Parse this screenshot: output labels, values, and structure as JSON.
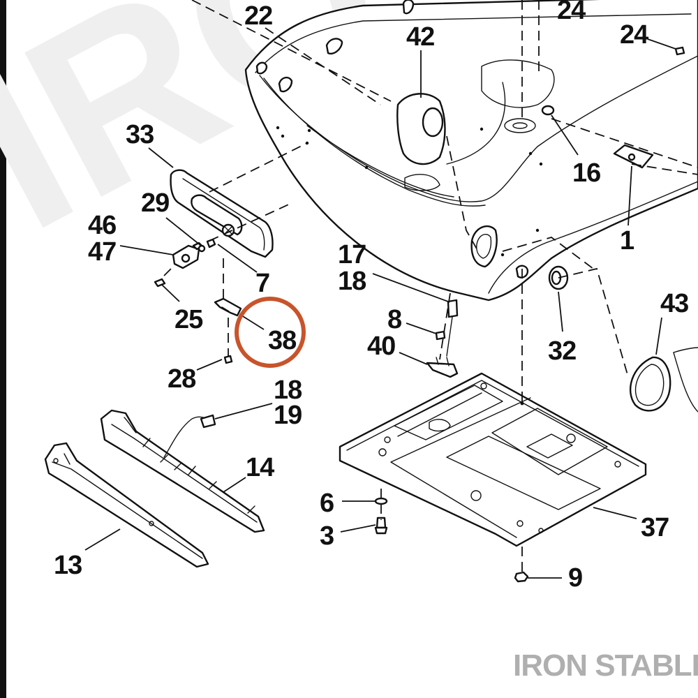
{
  "diagram": {
    "labels": [
      {
        "id": "p22",
        "text": "22"
      },
      {
        "id": "p24a",
        "text": "24"
      },
      {
        "id": "p24b",
        "text": "24"
      },
      {
        "id": "p42",
        "text": "42"
      },
      {
        "id": "p33",
        "text": "33"
      },
      {
        "id": "p16",
        "text": "16"
      },
      {
        "id": "p29",
        "text": "29"
      },
      {
        "id": "p1",
        "text": "1"
      },
      {
        "id": "p46",
        "text": "46"
      },
      {
        "id": "p47",
        "text": "47"
      },
      {
        "id": "p17",
        "text": "17"
      },
      {
        "id": "p18a",
        "text": "18"
      },
      {
        "id": "p7",
        "text": "7"
      },
      {
        "id": "p43",
        "text": "43"
      },
      {
        "id": "p8",
        "text": "8"
      },
      {
        "id": "p25",
        "text": "25"
      },
      {
        "id": "p38",
        "text": "38"
      },
      {
        "id": "p32",
        "text": "32"
      },
      {
        "id": "p40",
        "text": "40"
      },
      {
        "id": "p28",
        "text": "28"
      },
      {
        "id": "p18b",
        "text": "18"
      },
      {
        "id": "p19",
        "text": "19"
      },
      {
        "id": "p14",
        "text": "14"
      },
      {
        "id": "p6",
        "text": "6"
      },
      {
        "id": "p3",
        "text": "3"
      },
      {
        "id": "p37",
        "text": "37"
      },
      {
        "id": "p13",
        "text": "13"
      },
      {
        "id": "p9",
        "text": "9"
      }
    ],
    "highlighted_part": "38",
    "highlight_color": "#C8542B",
    "watermark": "IRON STABLE",
    "watermark_color": "#AFAFAF",
    "background_watermark": "IRO",
    "background_watermark_color": "#EFEFEF"
  }
}
